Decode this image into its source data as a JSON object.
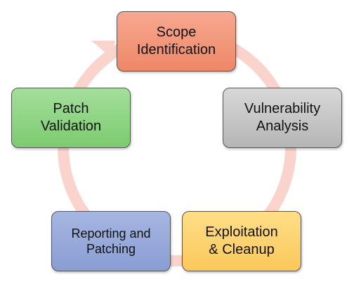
{
  "diagram": {
    "type": "cycle",
    "ring_color": "#f9d3cc",
    "stages": [
      {
        "id": "scope",
        "label": "Scope\nIdentification",
        "color": "#f39a7c"
      },
      {
        "id": "vulnerability",
        "label": "Vulnerability\nAnalysis",
        "color": "#c7c7c7"
      },
      {
        "id": "exploitation",
        "label": "Exploitation\n& Cleanup",
        "color": "#fdd06f"
      },
      {
        "id": "reporting",
        "label": "Reporting and\nPatching",
        "color": "#98a9db"
      },
      {
        "id": "patch",
        "label": "Patch\nValidation",
        "color": "#90d584"
      }
    ]
  }
}
